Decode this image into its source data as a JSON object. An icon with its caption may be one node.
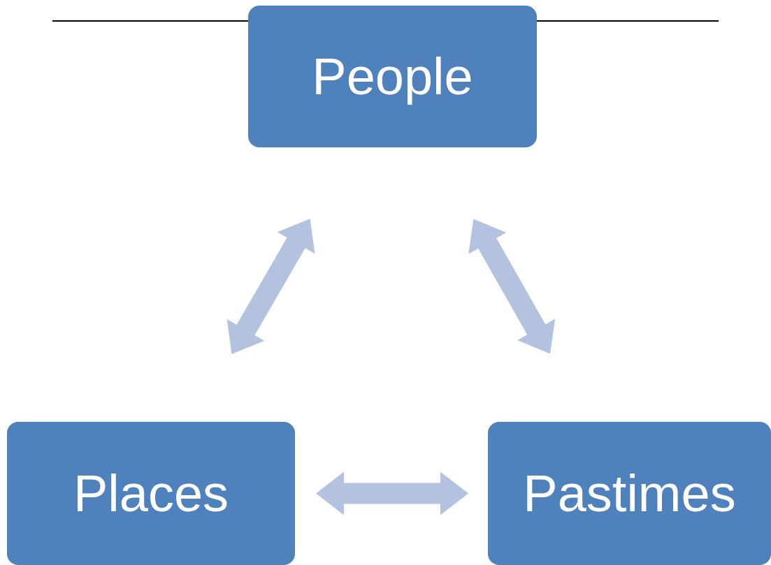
{
  "diagram": {
    "nodes": [
      {
        "text": [
          "People"
        ]
      },
      {
        "text": [
          "Places"
        ]
      },
      {
        "text": [
          "Pastimes"
        ]
      }
    ],
    "edges": [
      {
        "from": 0,
        "to": 1,
        "arrow": "both"
      },
      {
        "from": 0,
        "to": 2,
        "arrow": "both"
      },
      {
        "from": 1,
        "to": 2,
        "arrow": "both"
      }
    ]
  }
}
